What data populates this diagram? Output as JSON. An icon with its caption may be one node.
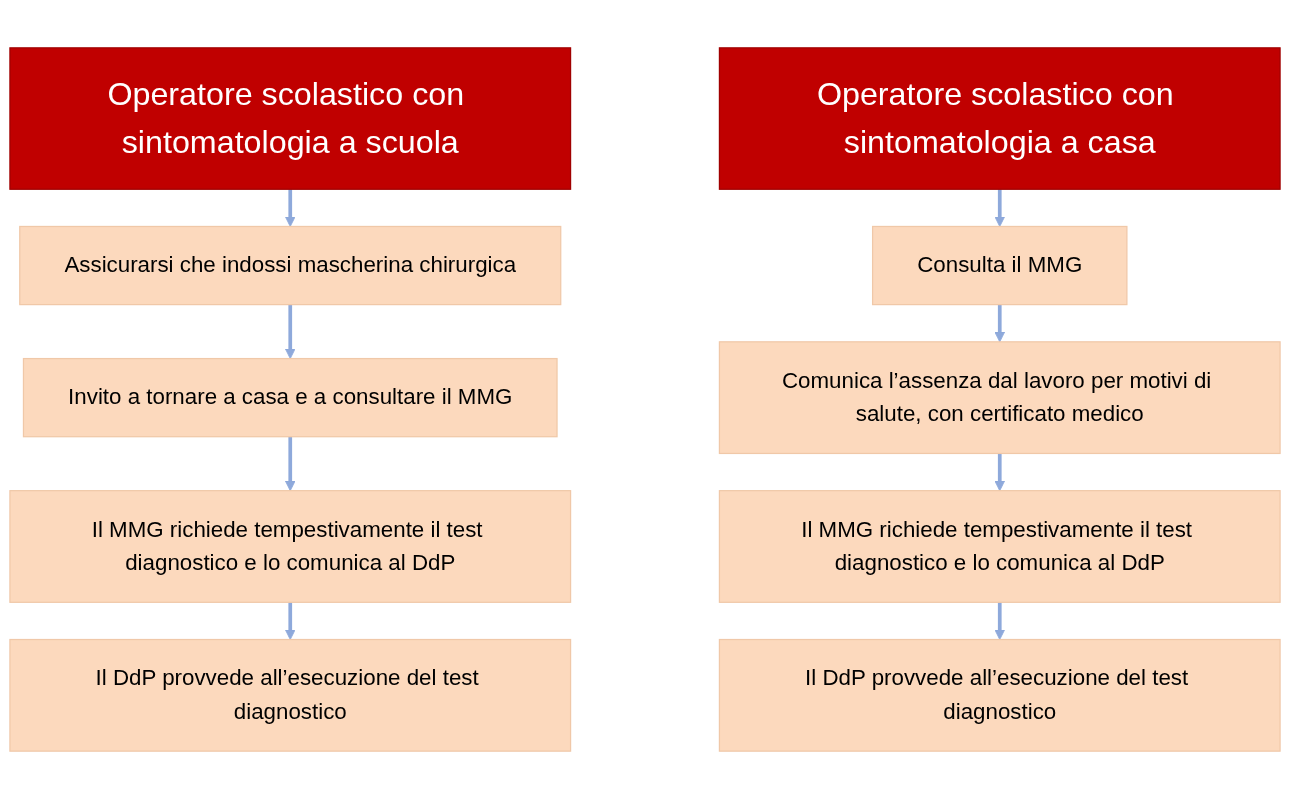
{
  "diagram": {
    "nodes": [
      {
        "text": [
          "Operatore scolastico con sintomatologia a scuola"
        ]
      },
      {
        "text": [
          "Assicurarsi che indossi mascherina chirurgica"
        ]
      },
      {
        "text": [
          "Invito a tornare a casa e a consultare il MMG"
        ]
      },
      {
        "text": [
          "Il MMG richiede tempestivamente il test diagnostico e lo comunica al DdP"
        ]
      },
      {
        "text": [
          "Il DdP provvede all’esecuzione del test diagnostico"
        ]
      },
      {
        "text": [
          "Operatore scolastico con sintomatologia a casa"
        ]
      },
      {
        "text": [
          "Consulta il MMG"
        ]
      },
      {
        "text": [
          "Comunica l’assenza dal lavoro per motivi di salute, con certificato medico"
        ]
      },
      {
        "text": [
          "Il MMG richiede tempestivamente il test diagnostico e lo comunica al DdP"
        ]
      },
      {
        "text": [
          "Il DdP provvede all’esecuzione del test diagnostico"
        ]
      }
    ],
    "edges": [
      {
        "from": 0,
        "to": 1,
        "arrow": "to"
      },
      {
        "from": 1,
        "to": 2,
        "arrow": "to"
      },
      {
        "from": 2,
        "to": 3,
        "arrow": "to"
      },
      {
        "from": 3,
        "to": 4,
        "arrow": "to"
      },
      {
        "from": 5,
        "to": 6,
        "arrow": "to"
      },
      {
        "from": 6,
        "to": 7,
        "arrow": "to"
      },
      {
        "from": 7,
        "to": 8,
        "arrow": "to"
      },
      {
        "from": 8,
        "to": 9,
        "arrow": "to"
      }
    ]
  }
}
